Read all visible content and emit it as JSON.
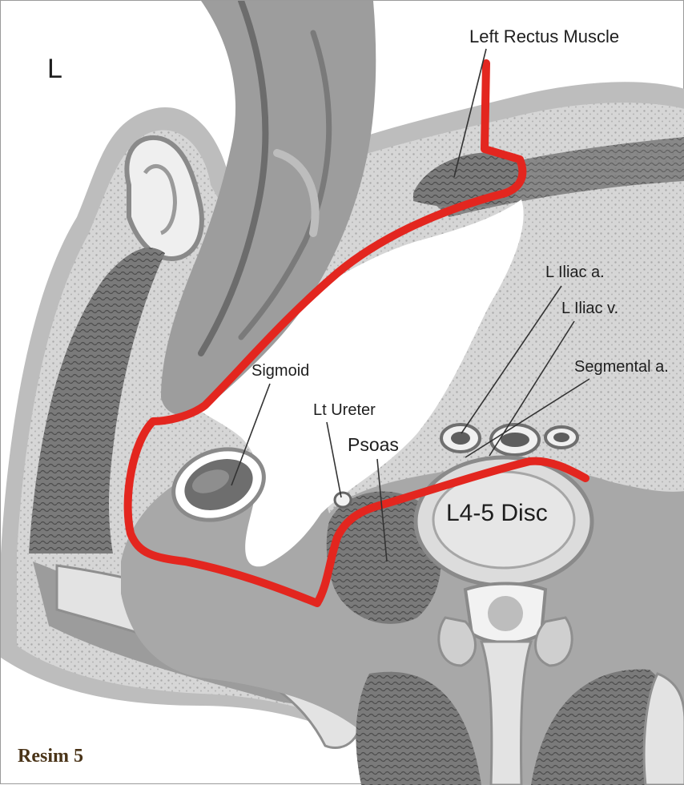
{
  "figure": {
    "caption": "Resim 5",
    "labels": {
      "side": "L",
      "left_rectus": "Left Rectus Muscle",
      "iliac_artery": "L Iliac a.",
      "iliac_vein": "L Iliac v.",
      "segmental_artery": "Segmental a.",
      "sigmoid": "Sigmoid",
      "ureter": "Lt Ureter",
      "psoas": "Psoas",
      "disc": "L4-5 Disc"
    },
    "colors": {
      "dissection_path": "#e3261f",
      "caption": "#4a3418",
      "tissue_dark": "#6f6f6f",
      "tissue_light": "#c9c9c9"
    }
  }
}
